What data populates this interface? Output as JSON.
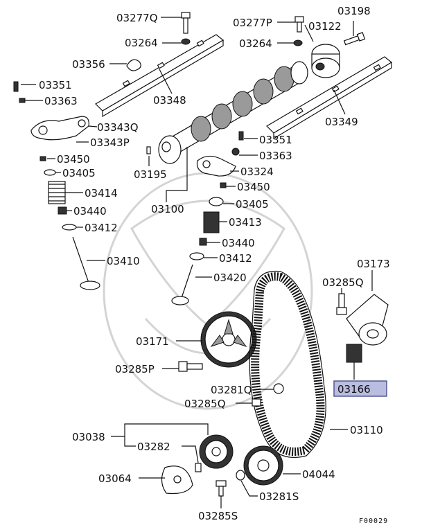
{
  "diagram": {
    "callouts": [
      {
        "id": "c03277Q",
        "text": "03277Q"
      },
      {
        "id": "c03277P",
        "text": "03277P"
      },
      {
        "id": "c03198",
        "text": "03198"
      },
      {
        "id": "c03264a",
        "text": "03264"
      },
      {
        "id": "c03264b",
        "text": "03264"
      },
      {
        "id": "c03122",
        "text": "03122"
      },
      {
        "id": "c03356",
        "text": "03356"
      },
      {
        "id": "c03351a",
        "text": "03351"
      },
      {
        "id": "c03363a",
        "text": "03363"
      },
      {
        "id": "c03348",
        "text": "03348"
      },
      {
        "id": "c03349",
        "text": "03349"
      },
      {
        "id": "c03343Q",
        "text": "03343Q"
      },
      {
        "id": "c03343P",
        "text": "03343P"
      },
      {
        "id": "c03351b",
        "text": "03351"
      },
      {
        "id": "c03450a",
        "text": "03450"
      },
      {
        "id": "c03363b",
        "text": "03363"
      },
      {
        "id": "c03405a",
        "text": "03405"
      },
      {
        "id": "c03195",
        "text": "03195"
      },
      {
        "id": "c03324",
        "text": "03324"
      },
      {
        "id": "c03414",
        "text": "03414"
      },
      {
        "id": "c03450b",
        "text": "03450"
      },
      {
        "id": "c03440a",
        "text": "03440"
      },
      {
        "id": "c03100",
        "text": "03100"
      },
      {
        "id": "c03405b",
        "text": "03405"
      },
      {
        "id": "c03412a",
        "text": "03412"
      },
      {
        "id": "c03413",
        "text": "03413"
      },
      {
        "id": "c03440b",
        "text": "03440"
      },
      {
        "id": "c03410",
        "text": "03410"
      },
      {
        "id": "c03412b",
        "text": "03412"
      },
      {
        "id": "c03173",
        "text": "03173"
      },
      {
        "id": "c03420",
        "text": "03420"
      },
      {
        "id": "c03285Qa",
        "text": "03285Q"
      },
      {
        "id": "c03171",
        "text": "03171"
      },
      {
        "id": "c03285P",
        "text": "03285P"
      },
      {
        "id": "c03166",
        "text": "03166"
      },
      {
        "id": "c03281Q",
        "text": "03281Q"
      },
      {
        "id": "c03285Qb",
        "text": "03285Q"
      },
      {
        "id": "c03038",
        "text": "03038"
      },
      {
        "id": "c03282",
        "text": "03282"
      },
      {
        "id": "c03110",
        "text": "03110"
      },
      {
        "id": "c03064",
        "text": "03064"
      },
      {
        "id": "c04044",
        "text": "04044"
      },
      {
        "id": "c03281S",
        "text": "03281S"
      },
      {
        "id": "c03285S",
        "text": "03285S"
      }
    ],
    "highlight_color": "#b9bde0",
    "figure_code": "F00029"
  }
}
